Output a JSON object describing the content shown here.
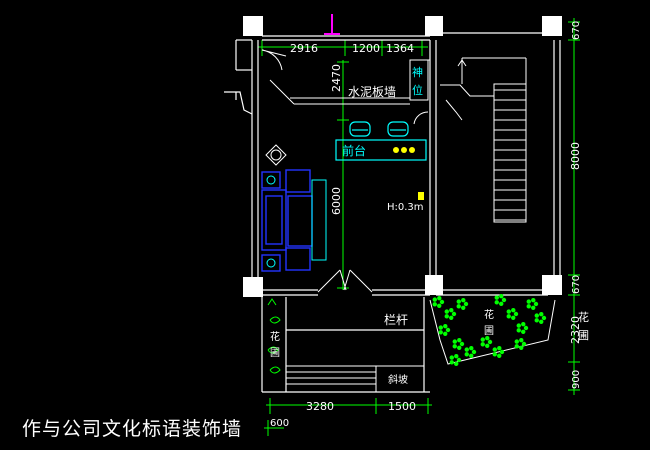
{
  "caption": "作与公司文化标语装饰墙",
  "labels": {
    "cement_wall": "水泥板墙",
    "shrine": "神位",
    "reception": "前台",
    "height": "H:0.3m",
    "railing": "栏杆",
    "ramp": "斜坡",
    "flower_bed_right": "花圃",
    "flower_bed_mid": "花圃",
    "flower_bed_left": "花圃"
  },
  "dimensions": {
    "top": [
      "2916",
      "1200",
      "1364"
    ],
    "bottom": [
      "3280",
      "1500"
    ],
    "bottom_left": "600",
    "vertical_mid": [
      "2470",
      "6000"
    ],
    "right": [
      "670",
      "8000",
      "670",
      "2320",
      "900"
    ]
  },
  "colors": {
    "wall": "#ffffff",
    "dimension": "#00ff00",
    "text": "#ffffff",
    "furniture": "#2233ff",
    "reception": "#00ffff",
    "plants": "#00ff00",
    "accent": "#ff00ff",
    "marker": "#ffff00"
  }
}
